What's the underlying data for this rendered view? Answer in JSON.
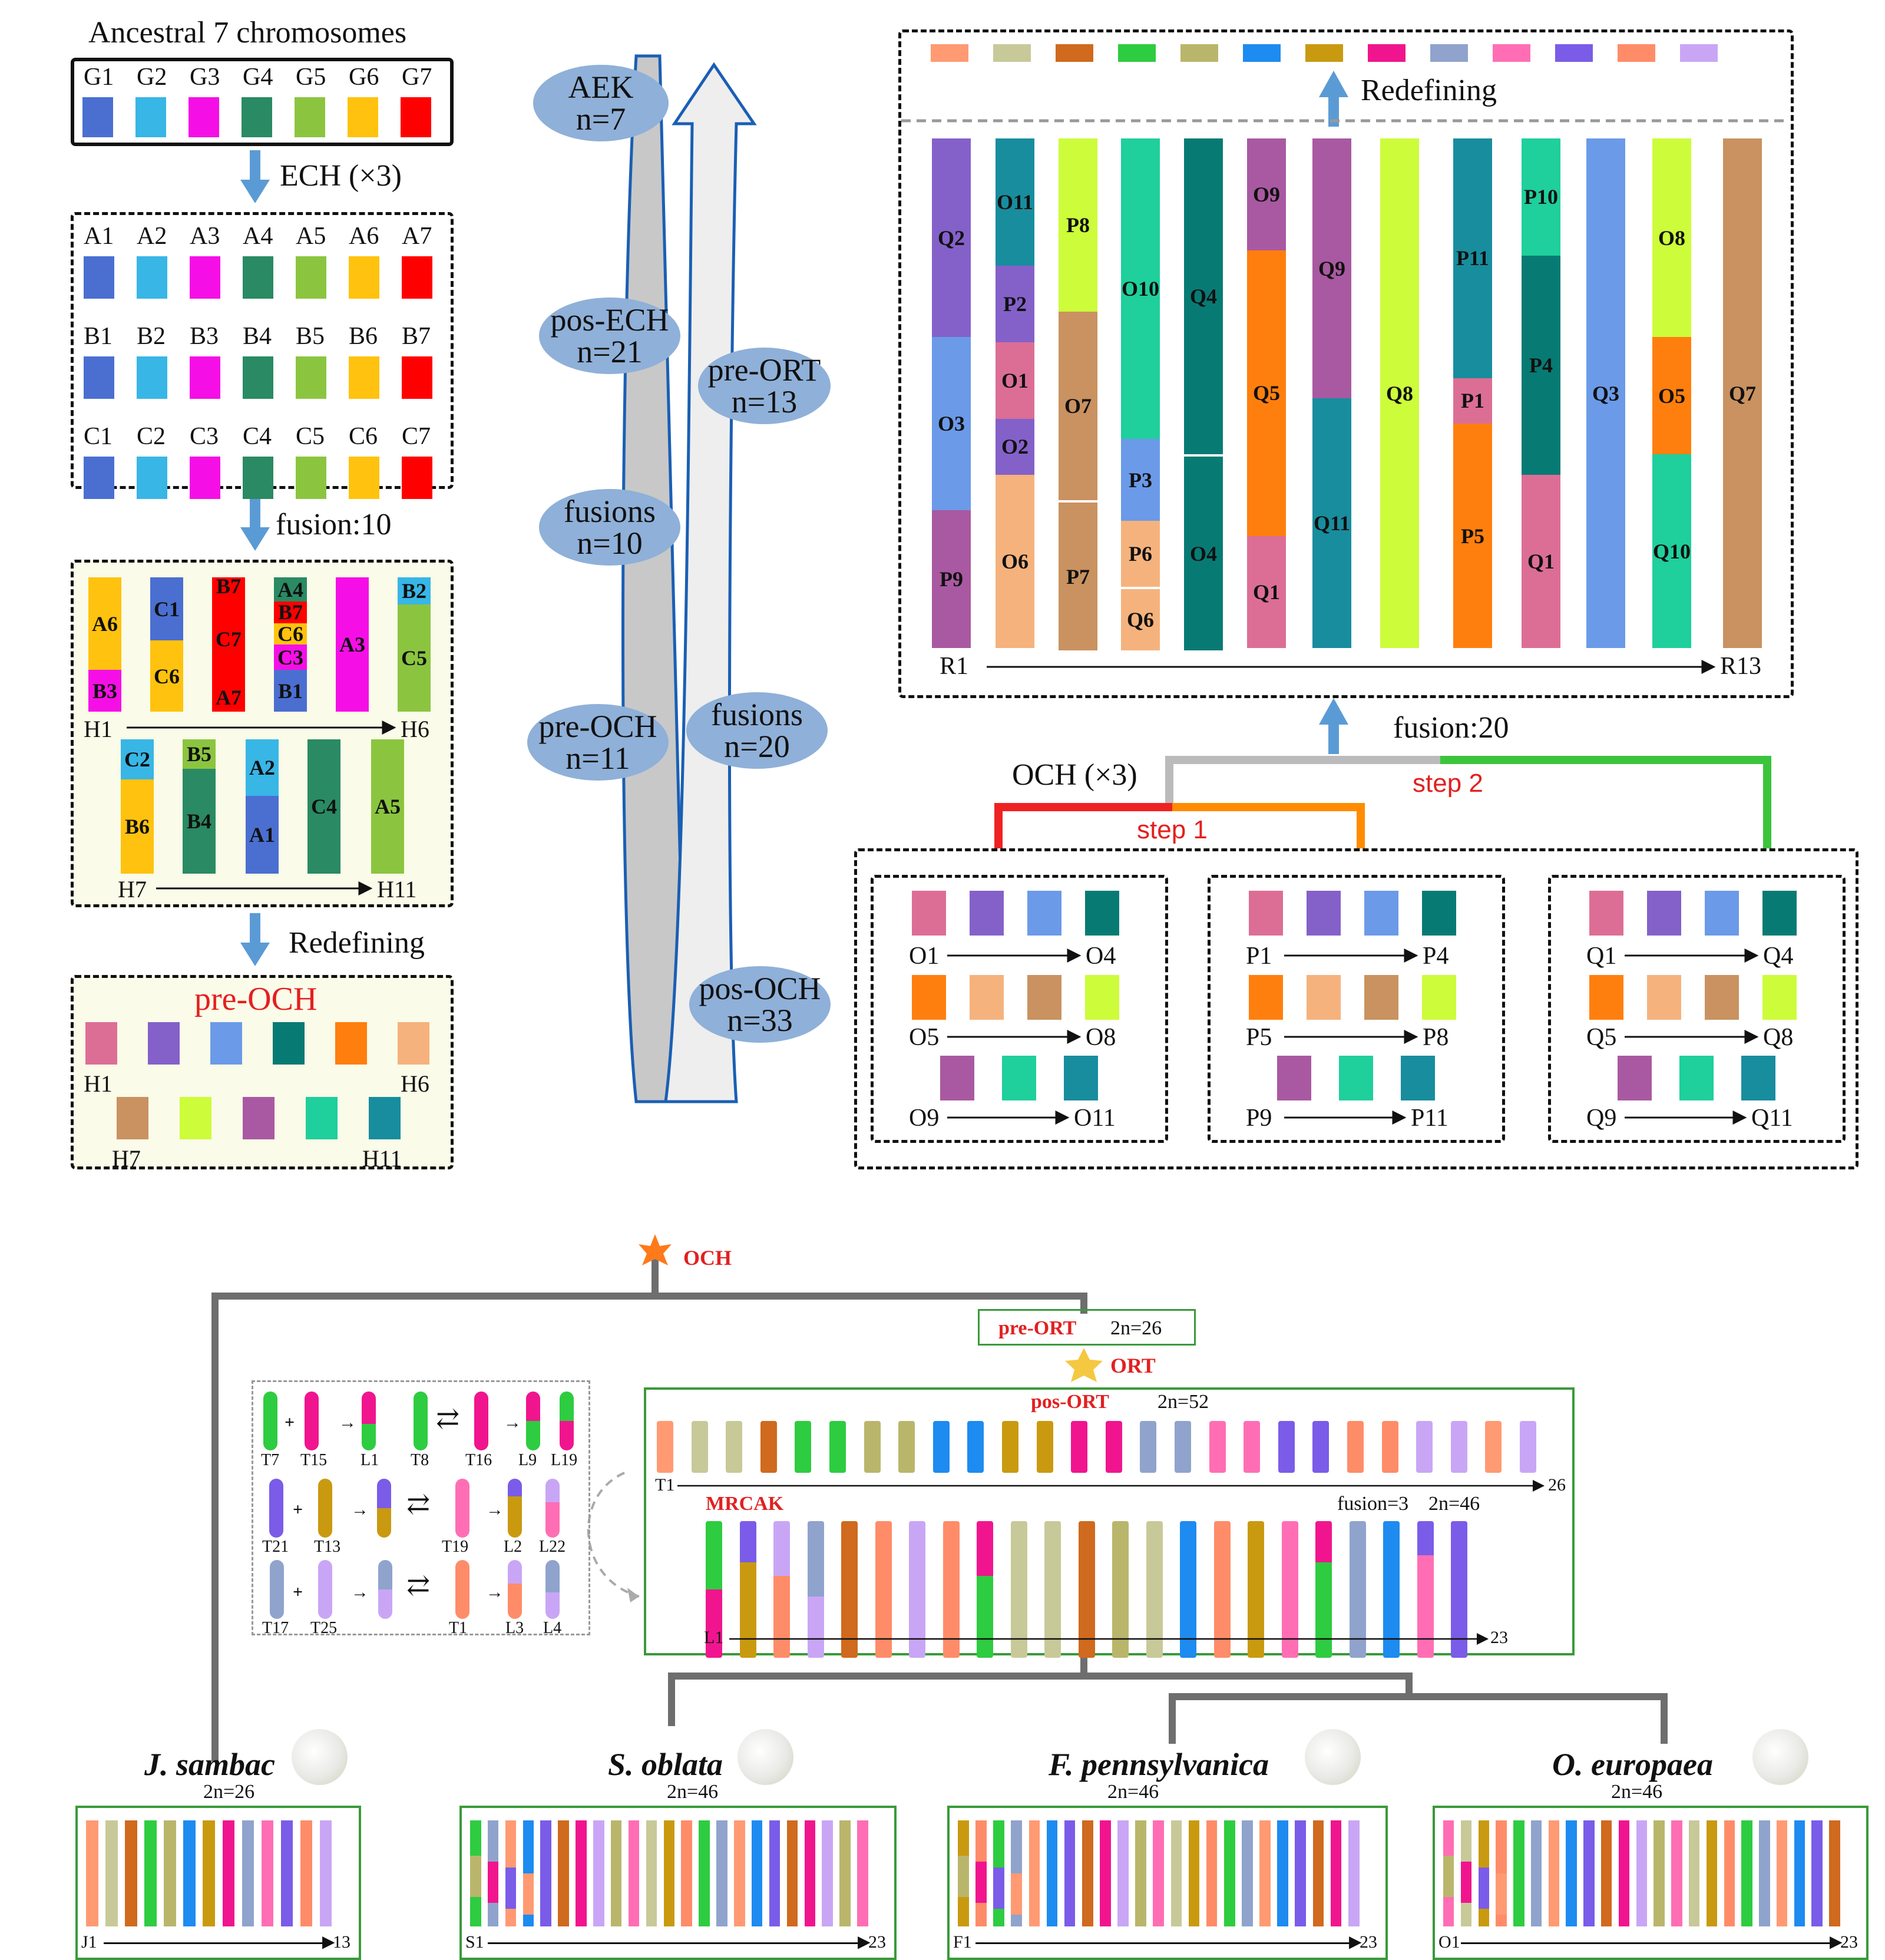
{
  "colors": {
    "G1": "#4a6fd1",
    "G2": "#38b6e6",
    "G3": "#f50fe6",
    "G4": "#2a8a63",
    "G5": "#8bc540",
    "G6": "#ffc20e",
    "G7": "#ff0000",
    "c1": "#dc6e96",
    "c2": "#8461c9",
    "c3": "#6b9ae8",
    "c4": "#087a74",
    "c5": "#ff7f0e",
    "c6": "#f5b27d",
    "c7": "#c99260",
    "c8": "#cdfc3a",
    "c9": "#a959a1",
    "c10": "#1fcf9c",
    "c11": "#188d9e",
    "t1": "#ff9a73",
    "t2": "#c8c999",
    "t3": "#cf6a1e",
    "t4": "#2ecc40",
    "t5": "#b9b66c",
    "t6": "#1d8bf0",
    "t7": "#c99a10",
    "t8": "#f0158e",
    "t9": "#8fa3cc",
    "t10": "#ff6eb4",
    "t11": "#7a5ce8",
    "t12": "#ff8c69",
    "t13": "#c9a6f5"
  },
  "ancestral": {
    "title": "Ancestral 7 chromosomes",
    "labels": [
      "G1",
      "G2",
      "G3",
      "G4",
      "G5",
      "G6",
      "G7"
    ]
  },
  "ech": {
    "arrow_label": "ECH (×3)",
    "rowA": [
      "A1",
      "A2",
      "A3",
      "A4",
      "A5",
      "A6",
      "A7"
    ],
    "rowB": [
      "B1",
      "B2",
      "B3",
      "B4",
      "B5",
      "B6",
      "B7"
    ],
    "rowC": [
      "C1",
      "C2",
      "C3",
      "C4",
      "C5",
      "C6",
      "C7"
    ]
  },
  "fusion10": {
    "arrow_label": "fusion:10",
    "range1_start": "H1",
    "range1_end": "H6",
    "range2_start": "H7",
    "range2_end": "H11",
    "chroms_top": [
      {
        "segs": [
          [
            "A6",
            "G6",
            0.69
          ],
          [
            "B3",
            "G3",
            0.31
          ]
        ]
      },
      {
        "segs": [
          [
            "C1",
            "G1",
            0.47
          ],
          [
            "C6",
            "G6",
            0.53
          ]
        ]
      },
      {
        "segs": [
          [
            "B7",
            "G7",
            0.13
          ],
          [
            "C7",
            "G7",
            0.66
          ],
          [
            "A7",
            "G7",
            0.21
          ]
        ]
      },
      {
        "segs": [
          [
            "A4",
            "G4",
            0.18
          ],
          [
            "B7",
            "G7",
            0.16
          ],
          [
            "C6",
            "G6",
            0.16
          ],
          [
            "C3",
            "G3",
            0.19
          ],
          [
            "B1",
            "G1",
            0.31
          ]
        ]
      },
      {
        "segs": [
          [
            "A3",
            "G3",
            1
          ]
        ]
      },
      {
        "segs": [
          [
            "B2",
            "G2",
            0.2
          ],
          [
            "C5",
            "G5",
            0.8
          ]
        ]
      }
    ],
    "chroms_bottom": [
      {
        "segs": [
          [
            "C2",
            "G2",
            0.3
          ],
          [
            "B6",
            "G6",
            0.7
          ]
        ]
      },
      {
        "segs": [
          [
            "B5",
            "G5",
            0.22
          ],
          [
            "B4",
            "G4",
            0.78
          ]
        ]
      },
      {
        "segs": [
          [
            "A2",
            "G2",
            0.42
          ],
          [
            "A1",
            "G1",
            0.58
          ]
        ]
      },
      {
        "segs": [
          [
            "C4",
            "G4",
            1
          ]
        ]
      },
      {
        "segs": [
          [
            "A5",
            "G5",
            1
          ]
        ]
      }
    ]
  },
  "redefining1": {
    "arrow_label": "Redefining",
    "title": "pre-OCH",
    "range1_start": "H1",
    "range1_end": "H6",
    "range2_start": "H7",
    "range2_end": "H11"
  },
  "timeline": {
    "left": [
      {
        "line1": "AEK",
        "line2": "n=7"
      },
      {
        "line1": "pos-ECH",
        "line2": "n=21"
      },
      {
        "line1": "fusions",
        "line2": "n=10"
      },
      {
        "line1": "pre-OCH",
        "line2": "n=11"
      }
    ],
    "right": [
      {
        "line1": "pre-ORT",
        "line2": "n=13"
      },
      {
        "line1": "fusions",
        "line2": "n=20"
      },
      {
        "line1": "pos-OCH",
        "line2": "n=33"
      }
    ]
  },
  "och": {
    "label": "OCH (×3)",
    "step1": "step 1",
    "step2": "step 2",
    "fusion_label": "fusion:20",
    "groups": [
      {
        "r1s": "O1",
        "r1e": "O4",
        "r2s": "O5",
        "r2e": "O8",
        "r3s": "O9",
        "r3e": "O11"
      },
      {
        "r1s": "P1",
        "r1e": "P4",
        "r2s": "P5",
        "r2e": "P8",
        "r3s": "P9",
        "r3e": "P11"
      },
      {
        "r1s": "Q1",
        "r1e": "Q4",
        "r2s": "Q5",
        "r2e": "Q8",
        "r3s": "Q9",
        "r3e": "Q11"
      }
    ]
  },
  "r_panel": {
    "redefining_label": "Redefining",
    "range_start": "R1",
    "range_end": "R13",
    "chroms": [
      [
        [
          "Q2",
          "c2",
          0.39
        ],
        [
          "O3",
          "c3",
          0.34
        ],
        [
          "P9",
          "c9",
          0.27
        ]
      ],
      [
        [
          "O11",
          "c11",
          0.25
        ],
        [
          "P2",
          "c2",
          0.15
        ],
        [
          "O1",
          "c1",
          0.15
        ],
        [
          "O2",
          "c2",
          0.11
        ],
        [
          "O6",
          "c6",
          0.34
        ]
      ],
      [
        [
          "P8",
          "c8",
          0.34
        ],
        [
          "O7",
          "c7",
          0.37
        ],
        [
          "P7",
          "c7",
          0.29
        ]
      ],
      [
        [
          "O10",
          "c10",
          0.59
        ],
        [
          "P3",
          "c3",
          0.16
        ],
        [
          "P6",
          "c6",
          0.13
        ],
        [
          "Q6",
          "c6",
          0.12
        ]
      ],
      [
        [
          "Q4",
          "c4",
          0.62
        ],
        [
          "O4",
          "c4",
          0.38
        ]
      ],
      [
        [
          "O9",
          "c9",
          0.22
        ],
        [
          "Q5",
          "c5",
          0.56
        ],
        [
          "Q1",
          "c1",
          0.22
        ]
      ],
      [
        [
          "Q9",
          "c9",
          0.51
        ],
        [
          "Q11",
          "c11",
          0.49
        ]
      ],
      [
        [
          "Q8",
          "c8",
          1
        ]
      ],
      [
        [
          "P11",
          "c11",
          0.47
        ],
        [
          "P1",
          "c1",
          0.09
        ],
        [
          "P5",
          "c5",
          0.44
        ]
      ],
      [
        [
          "P10",
          "c10",
          0.23
        ],
        [
          "P4",
          "c4",
          0.43
        ],
        [
          "Q1",
          "c1",
          0.34
        ]
      ],
      [
        [
          "Q3",
          "c3",
          1
        ]
      ],
      [
        [
          "O8",
          "c8",
          0.39
        ],
        [
          "O5",
          "c5",
          0.23
        ],
        [
          "Q10",
          "c10",
          0.38
        ]
      ],
      [
        [
          "Q7",
          "c7",
          1
        ]
      ]
    ]
  },
  "tree": {
    "och_label": "OCH",
    "pre_ort_label": "pre-ORT",
    "pre_ort_count": "2n=26",
    "ort_label": "ORT",
    "pos_ort_label": "pos-ORT",
    "pos_ort_count": "2n=52",
    "t_start": "T1",
    "t_end": "26",
    "mrcak_label": "MRCAK",
    "fusion_note": "fusion=3",
    "mrcak_count": "2n=46",
    "l_start": "L1",
    "l_end": "23"
  },
  "fusion_legend": {
    "row1a": [
      "T7",
      "T15",
      "L1"
    ],
    "row1b": [
      "T8",
      "T16",
      "L9",
      "L19"
    ],
    "row2": [
      "T21",
      "T13",
      "T19",
      "L2",
      "L22"
    ],
    "row3": [
      "T17",
      "T25",
      "T1",
      "L3",
      "L4"
    ]
  },
  "species": [
    {
      "name": "J. sambac",
      "count": "2n=26",
      "start": "J1",
      "end": "13"
    },
    {
      "name": "S. oblata",
      "count": "2n=46",
      "start": "S1",
      "end": "23"
    },
    {
      "name": "F. pennsylvanica",
      "count": "2n=46",
      "start": "F1",
      "end": "23"
    },
    {
      "name": "O. europaea",
      "count": "2n=46",
      "start": "O1",
      "end": "23"
    }
  ]
}
